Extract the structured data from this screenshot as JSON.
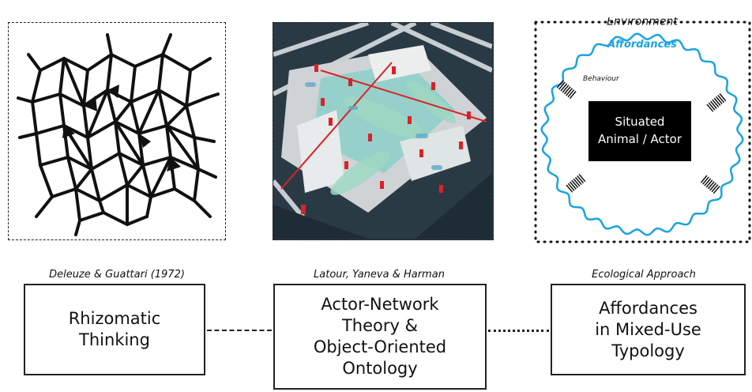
{
  "panels": {
    "environment_label": "Environment",
    "affordances_label": "Affordances",
    "behaviour_label": "Behaviour",
    "actor_label_line1": "Situated",
    "actor_label_line2": "Animal / Actor"
  },
  "columns": [
    {
      "caption": "Deleuze & Guattari (1972)",
      "title": "Rhizomatic\nThinking"
    },
    {
      "caption": "Latour, Yaneva & Harman",
      "title": "Actor-Network\nTheory &\nObject-Oriented\nOntology"
    },
    {
      "caption": "Ecological Approach",
      "title": "Affordances\nin Mixed-Use\nTypology"
    }
  ],
  "colors": {
    "affordance_blue": "#1aa3e0",
    "plan_red": "#d8232a",
    "plan_teal": "#8fcfc9"
  }
}
